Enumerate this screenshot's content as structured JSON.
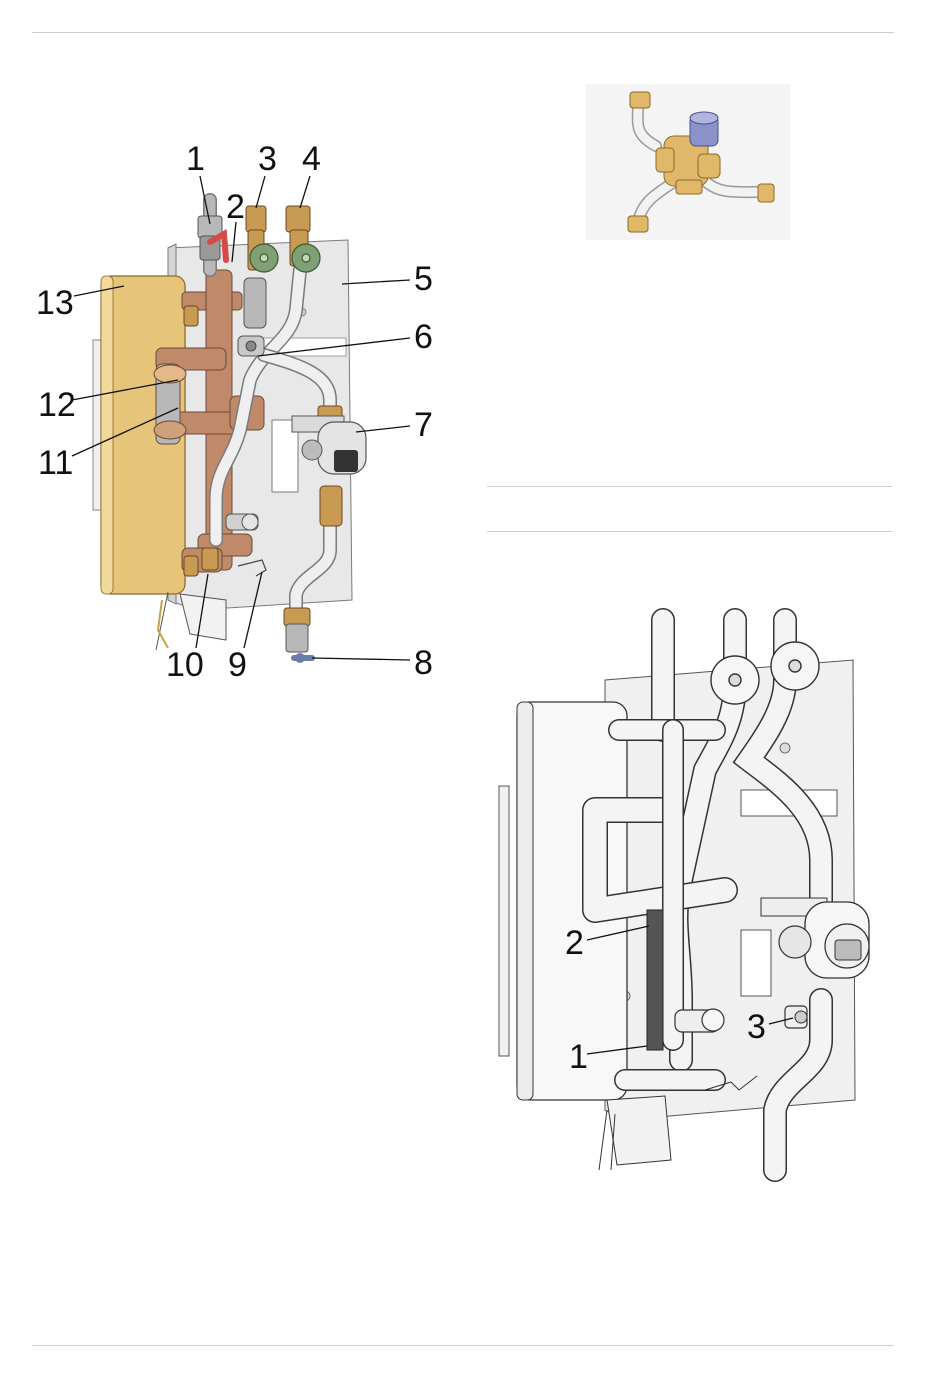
{
  "figure_unit": {
    "callouts": [
      "1",
      "2",
      "3",
      "4",
      "5",
      "6",
      "7",
      "8",
      "9",
      "10",
      "11",
      "12",
      "13"
    ]
  },
  "figure_grey_unit": {
    "callouts": [
      "1",
      "2",
      "3"
    ]
  },
  "colors": {
    "heat_exchanger": "#e6c57a",
    "brass": "#c99a52",
    "copper_pipe": "#c08a6a",
    "handle_green": "#7f9f74",
    "ball_valve_red": "#d44b47",
    "ball_valve_blue": "#6a7ea8",
    "mixing_knob": "#8a93c9",
    "panel": "#e6e6e6",
    "rule": "#cfcfcf"
  }
}
